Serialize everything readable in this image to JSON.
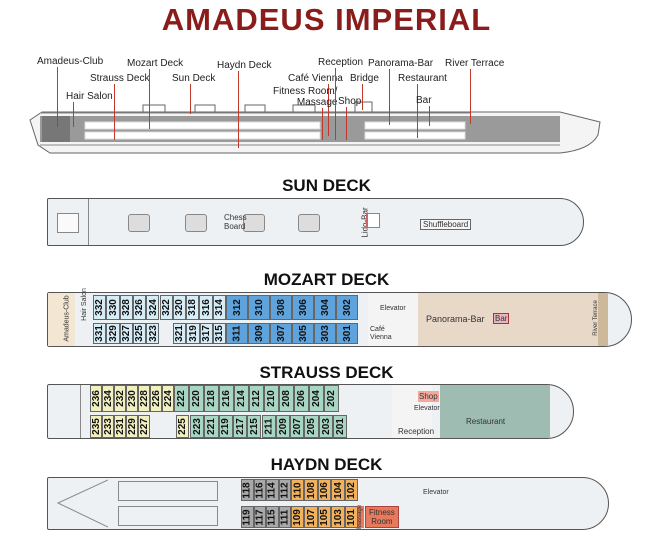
{
  "title": "AMADEUS IMPERIAL",
  "profile_labels": {
    "amadeus_club": "Amadeus-Club",
    "hair_salon": "Hair Salon",
    "strauss_deck": "Strauss Deck",
    "mozart_deck": "Mozart Deck",
    "sun_deck": "Sun Deck",
    "haydn_deck": "Haydn Deck",
    "cafe_vienna": "Café Vienna",
    "fitness_1": "Fitness Room/",
    "fitness_2": "Massage",
    "reception": "Reception",
    "shop": "Shop",
    "bridge": "Bridge",
    "panorama_bar": "Panorama-Bar",
    "restaurant": "Restaurant",
    "bar": "Bar",
    "river_terrace": "River Terrace"
  },
  "sun_deck": {
    "heading": "SUN DECK",
    "chess_1": "Chess",
    "chess_2": "Board",
    "lido_bar": "Lido-Bar",
    "shuffleboard": "Shuffleboard"
  },
  "mozart_deck": {
    "heading": "MOZART DECK",
    "amadeus_club": "Amadeus-Club",
    "hair_salon": "Hair Salon",
    "elevator": "Elevator",
    "cafe_vienna_1": "Café",
    "cafe_vienna_2": "Vienna",
    "panorama_bar": "Panorama-Bar",
    "bar": "Bar",
    "river_terrace": "River Terrace",
    "top_light": [
      "332",
      "330",
      "328",
      "326",
      "324",
      "322",
      "320",
      "318",
      "316",
      "314"
    ],
    "top_dark": [
      "312",
      "310",
      "308",
      "306",
      "304",
      "302"
    ],
    "bottom_light_a": [
      "331",
      "329",
      "327",
      "325",
      "323"
    ],
    "bottom_light_b": [
      "321",
      "319",
      "317",
      "315"
    ],
    "bottom_dark": [
      "311",
      "309",
      "307",
      "305",
      "303",
      "301"
    ]
  },
  "strauss_deck": {
    "heading": "STRAUSS DECK",
    "shop": "Shop",
    "elevator": "Elevator",
    "reception": "Reception",
    "restaurant": "Restaurant",
    "top_yellow": [
      "236",
      "234",
      "232",
      "230",
      "228",
      "226",
      "224"
    ],
    "top_green": [
      "222",
      "220",
      "218",
      "216",
      "214",
      "212",
      "210",
      "208",
      "206",
      "204",
      "202"
    ],
    "bottom_yellow_a": [
      "235",
      "233",
      "231",
      "229",
      "227"
    ],
    "bottom_yellow_b": [
      "225"
    ],
    "bottom_green": [
      "223",
      "221",
      "219",
      "217",
      "215",
      "211",
      "209",
      "207",
      "205",
      "203",
      "201"
    ]
  },
  "haydn_deck": {
    "heading": "HAYDN DECK",
    "elevator": "Elevator",
    "massage": "Massage",
    "fitness_1": "Fitness",
    "fitness_2": "Room",
    "top_grey": [
      "118",
      "116",
      "114",
      "112"
    ],
    "top_orange": [
      "110",
      "108",
      "106",
      "104",
      "102"
    ],
    "bottom_grey": [
      "119",
      "117",
      "115",
      "111"
    ],
    "bottom_orange": [
      "109",
      "107",
      "105",
      "103",
      "101"
    ]
  },
  "colors": {
    "title": "#8b1c1c",
    "light_blue": "#d6ecf7",
    "dark_blue": "#5ea3dc",
    "yellow": "#f3f0bf",
    "green": "#a8d6c4",
    "grey": "#a9a9a9",
    "orange": "#f2b15c",
    "fitness": "#e8795a",
    "shop": "#f2a89a",
    "lounge": "#e8d8c8",
    "restaurant": "#9fbcb2"
  }
}
